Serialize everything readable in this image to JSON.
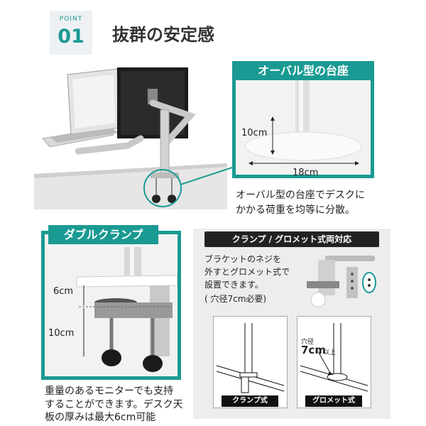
{
  "header": {
    "point_label": "POINT",
    "point_number": "01",
    "title": "抜群の安定感"
  },
  "oval_base": {
    "tag": "オーバル型の台座",
    "height_dim": "10cm",
    "width_dim": "18cm",
    "caption_line1": "オーバル型の台座でデスクに",
    "caption_line2": "かかる荷重を均等に分散。"
  },
  "double_clamp": {
    "tag": "ダブルクランプ",
    "dim_top": "6cm",
    "dim_bottom": "10cm",
    "caption_line1": "重量のあるモニターでも支持",
    "caption_line2": "することができます。デスク天",
    "caption_line3": "板の厚みは最大6cm可能"
  },
  "mount_types": {
    "header": "クランプ / グロメット式両対応",
    "desc_line1": "ブラケットのネジを",
    "desc_line2": "外すとグロメット式で",
    "desc_line3": "設置できます。",
    "desc_line4": "( 穴径7cm必要)",
    "hole_label": "穴径",
    "hole_value": "7cm",
    "hole_suffix": "以上",
    "clamp_tag": "クランプ式",
    "grommet_tag": "グロメット式"
  },
  "colors": {
    "accent": "#1a9a93",
    "dark": "#222222",
    "panel": "#ededed"
  }
}
